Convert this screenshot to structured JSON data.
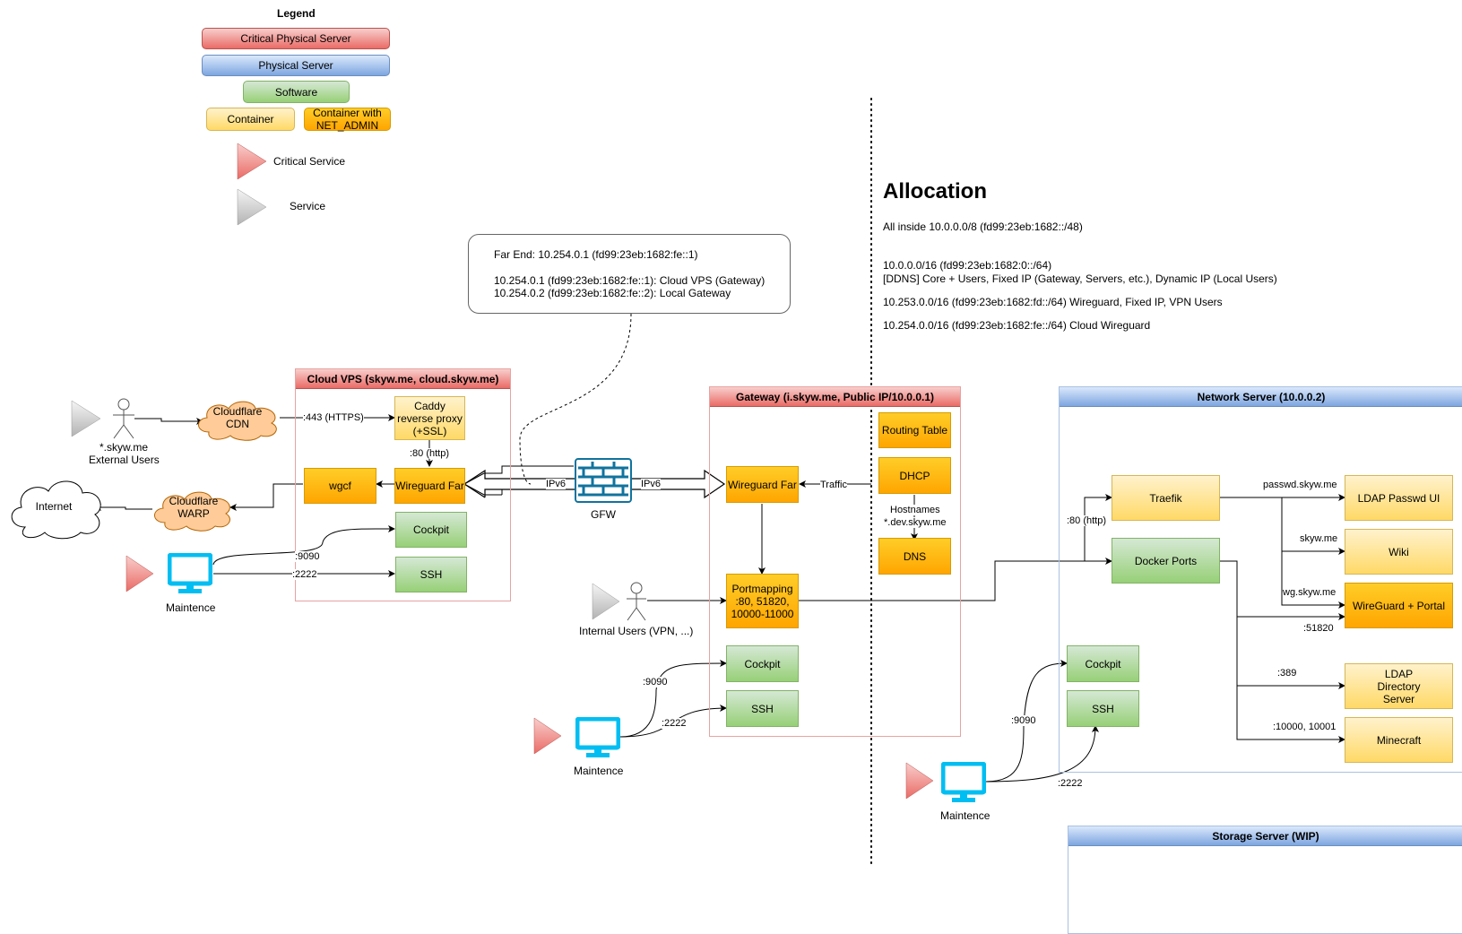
{
  "legend": {
    "title": "Legend",
    "critical_physical_server": "Critical Physical Server",
    "physical_server": "Physical Server",
    "software": "Software",
    "container": "Container",
    "container_net_admin": "Container with NET_ADMIN",
    "critical_service": "Critical Service",
    "service": "Service"
  },
  "allocation": {
    "title": "Allocation",
    "lines": [
      "All inside 10.0.0.0/8 (fd99:23eb:1682::/48)",
      "10.0.0.0/16 (fd99:23eb:1682:0::/64)",
      "[DDNS] Core + Users, Fixed IP (Gateway, Servers, etc.), Dynamic IP (Local Users)",
      "10.253.0.0/16 (fd99:23eb:1682:fd::/64) Wireguard, Fixed IP, VPN Users",
      "10.254.0.0/16 (fd99:23eb:1682:fe::/64) Cloud Wireguard"
    ]
  },
  "note": {
    "lines": [
      "Far End: 10.254.0.1 (fd99:23eb:1682:fe::1)",
      "10.254.0.1 (fd99:23eb:1682:fe::1): Cloud VPS (Gateway)",
      "10.254.0.2 (fd99:23eb:1682:fe::2): Local Gateway"
    ]
  },
  "external": {
    "users_label_1": "*.skyw.me",
    "users_label_2": "External Users",
    "cloudflare_cdn": "Cloudflare CDN",
    "cloudflare_warp": "Cloudflare WARP",
    "internet": "Internet",
    "gfw": "GFW",
    "internal_users": "Internal Users (VPN, ...)",
    "maintenance": "Maintence"
  },
  "cloud_vps": {
    "title": "Cloud VPS (skyw.me, cloud.skyw.me)",
    "caddy": "Caddy reverse proxy (+SSL)",
    "wireguard_far": "Wireguard Far",
    "wgcf": "wgcf",
    "cockpit": "Cockpit",
    "ssh": "SSH"
  },
  "gateway": {
    "title": "Gateway (i.skyw.me, Public IP/10.0.0.1)",
    "routing_table": "Routing Table",
    "dhcp": "DHCP",
    "dns": "DNS",
    "wireguard_far": "Wireguard Far",
    "portmapping": "Portmapping :80, 51820, 10000-11000",
    "cockpit": "Cockpit",
    "ssh": "SSH"
  },
  "network_server": {
    "title": "Network Server (10.0.0.2)",
    "traefik": "Traefik",
    "docker_ports": "Docker Ports",
    "cockpit": "Cockpit",
    "ssh": "SSH",
    "ldap_passwd_ui": "LDAP Passwd UI",
    "wiki": "Wiki",
    "wireguard_portal": "WireGuard + Portal",
    "ldap_directory": "LDAP Directory Server",
    "minecraft": "Minecraft"
  },
  "storage_server": {
    "title": "Storage Server (WIP)"
  },
  "edge_labels": {
    "https_443": ":443 (HTTPS)",
    "http_80": ":80 (http)",
    "ipv6_left": "IPv6",
    "ipv6_right": "IPv6",
    "traffic": "Traffic",
    "hostnames_1": "Hostnames",
    "hostnames_2": "*.dev.skyw.me",
    "cockpit_port": ":9090",
    "ssh_port": ":2222",
    "ns_http_80": ":80 (http)",
    "passwd_host": "passwd.skyw.me",
    "wiki_host": "skyw.me",
    "wg_host": "wg.skyw.me",
    "wg_port": ":51820",
    "ldap_port": ":389",
    "mc_ports": ":10000, 10001"
  }
}
